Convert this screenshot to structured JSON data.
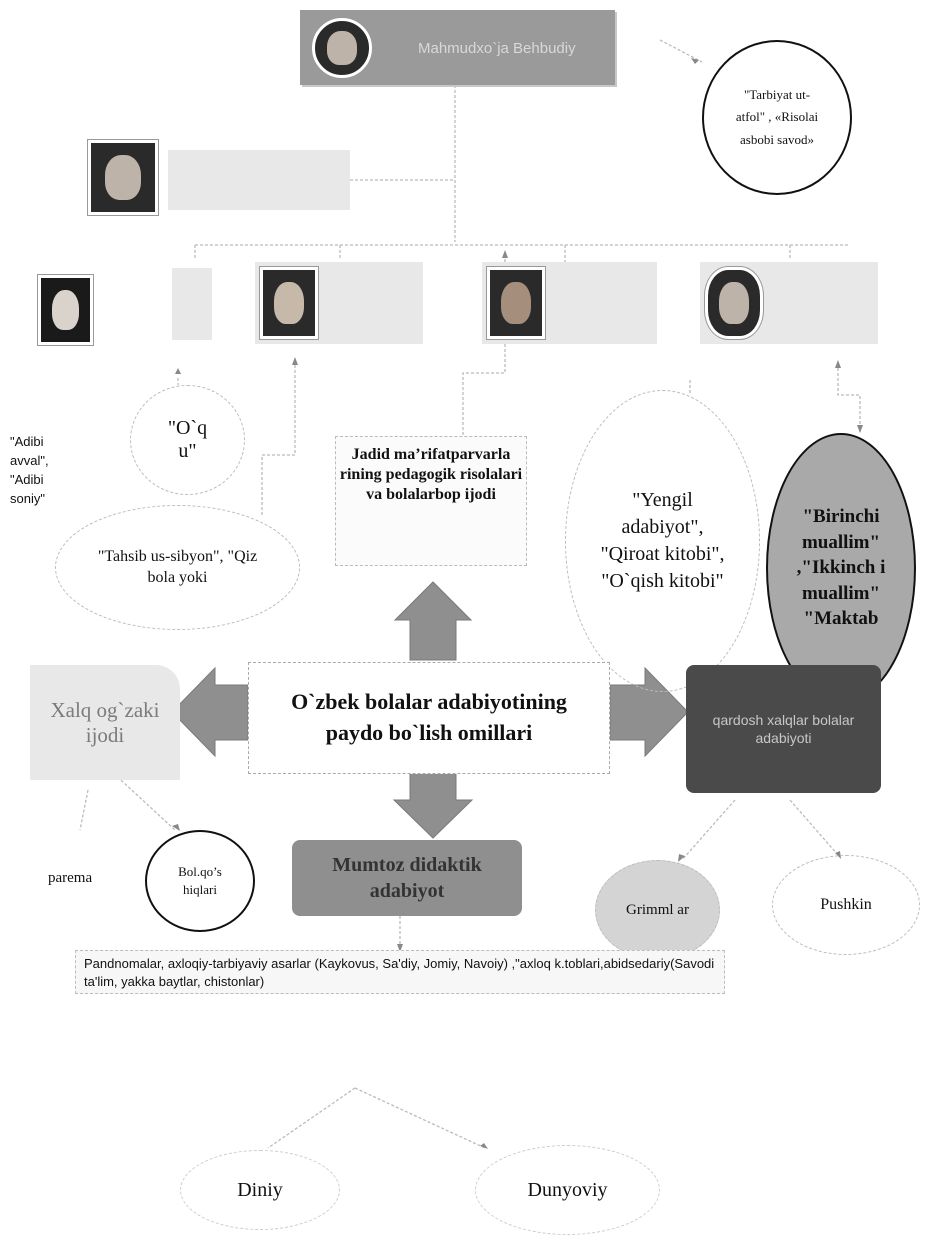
{
  "top": {
    "mahmudxo_label": "Mahmudxo`ja Behbudiy",
    "circle_text": "\"Tarbiyat ut-atfol\" , «Risolai asbobi savod»"
  },
  "row2": {
    "left_label": ""
  },
  "row3": {
    "b1": "",
    "b2": "",
    "b3": "",
    "b4": ""
  },
  "mid": {
    "adibi": "\"Adibi avval\", \"Adibi soniy\"",
    "oqu": "\"O`q u\"",
    "tahsib": "\"Tahsib us-sibyon\", \"Qiz bola yoki",
    "jadid": "Jadid ma’rifatparvarla rining pedagogik risolalari va bolalarbop ijodi",
    "yengil": "\"Yengil adabiyot\", \"Qiroat kitobi\", \"O`qish kitobi\"",
    "birinchi": "\"Birinchi muallim\" ,\"Ikkinch i muallim\" \"Maktab"
  },
  "center": {
    "title": "O`zbek bolalar adabiyotining paydo bo`lish omillari",
    "xalq": "Xalq og`zaki ijodi",
    "mumtoz": "Mumtoz didaktik adabiyot",
    "qardosh": "qardosh xalqlar bolalar adabiyoti"
  },
  "lower": {
    "parema": "parema",
    "bolqo": "Bol.qo’s hiqlari",
    "grimm": "Grimml ar",
    "pushkin": "Pushkin",
    "pand": "Pandnomalar, axloqiy-tarbiyaviy asarlar (Kaykovus, Sa'diy, Jomiy, Navoiy) ,\"axloq k.toblari,abidsedariy(Savodi ta'lim, yakka baytlar, chistonlar)"
  },
  "bottom": {
    "diniy": "Diniy",
    "dunyoviy": "Dunyoviy"
  },
  "colors": {
    "dark_box": "#9a9a9a",
    "light_box": "#e8e8e8",
    "arrow": "#8a8a8a",
    "qardosh_box": "#4a4a4a"
  }
}
